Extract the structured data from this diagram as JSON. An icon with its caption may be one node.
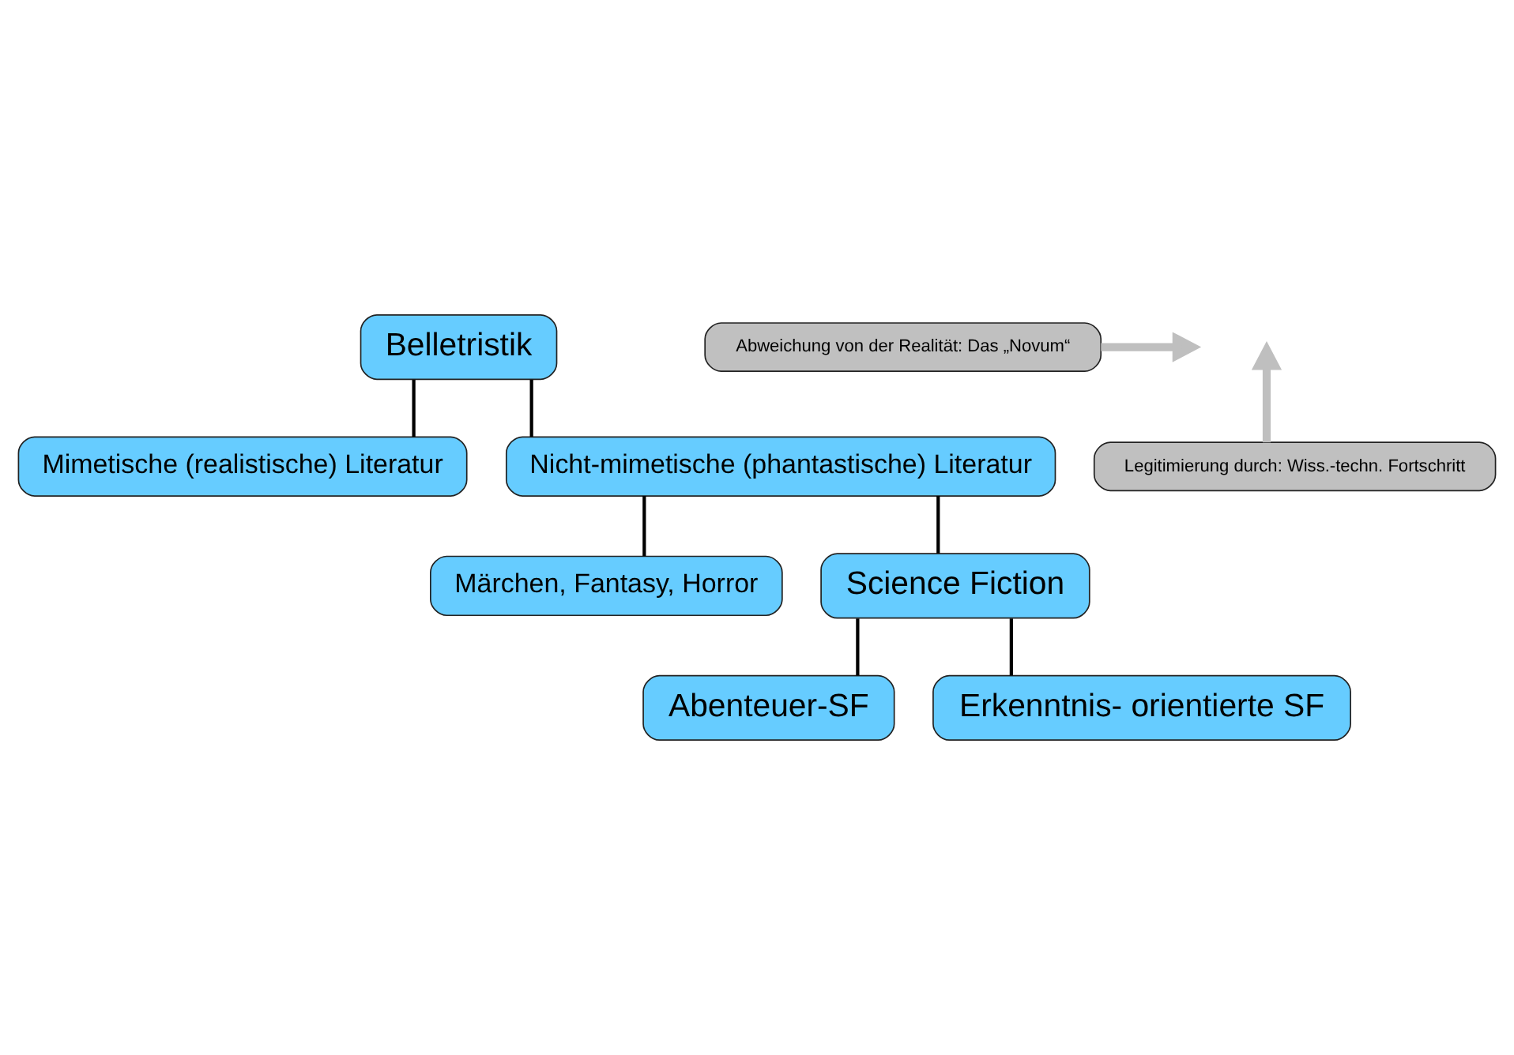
{
  "diagram": {
    "nodes": [
      {
        "text": [
          "Belletristik"
        ]
      },
      {
        "text": [
          "Mimetische (realistische) Literatur"
        ]
      },
      {
        "text": [
          "Nicht-mimetische (phantastische) Literatur"
        ]
      },
      {
        "text": [
          "Märchen, Fantasy, Horror"
        ]
      },
      {
        "text": [
          "Science Fiction"
        ]
      },
      {
        "text": [
          "Abenteuer-SF"
        ]
      },
      {
        "text": [
          "Erkenntnis- orientierte SF"
        ]
      },
      {
        "text": [
          "Abweichung von der Realität: Das „Novum“"
        ]
      },
      {
        "text": [
          "Legitimierung durch: Wiss.-techn. Fortschritt"
        ]
      }
    ],
    "edges": [
      {
        "from": 0,
        "to": 1,
        "arrow": "none"
      },
      {
        "from": 0,
        "to": 2,
        "arrow": "none"
      },
      {
        "from": 2,
        "to": 3,
        "arrow": "none"
      },
      {
        "from": 2,
        "to": 4,
        "arrow": "none"
      },
      {
        "from": 4,
        "to": 5,
        "arrow": "none"
      },
      {
        "from": 4,
        "to": 6,
        "arrow": "none"
      },
      {
        "from": 7,
        "to": null,
        "arrow": "to",
        "style": "thick",
        "color": "#bfbfbf"
      },
      {
        "from": 8,
        "to": null,
        "arrow": "to",
        "style": "thick",
        "color": "#bfbfbf"
      }
    ]
  }
}
